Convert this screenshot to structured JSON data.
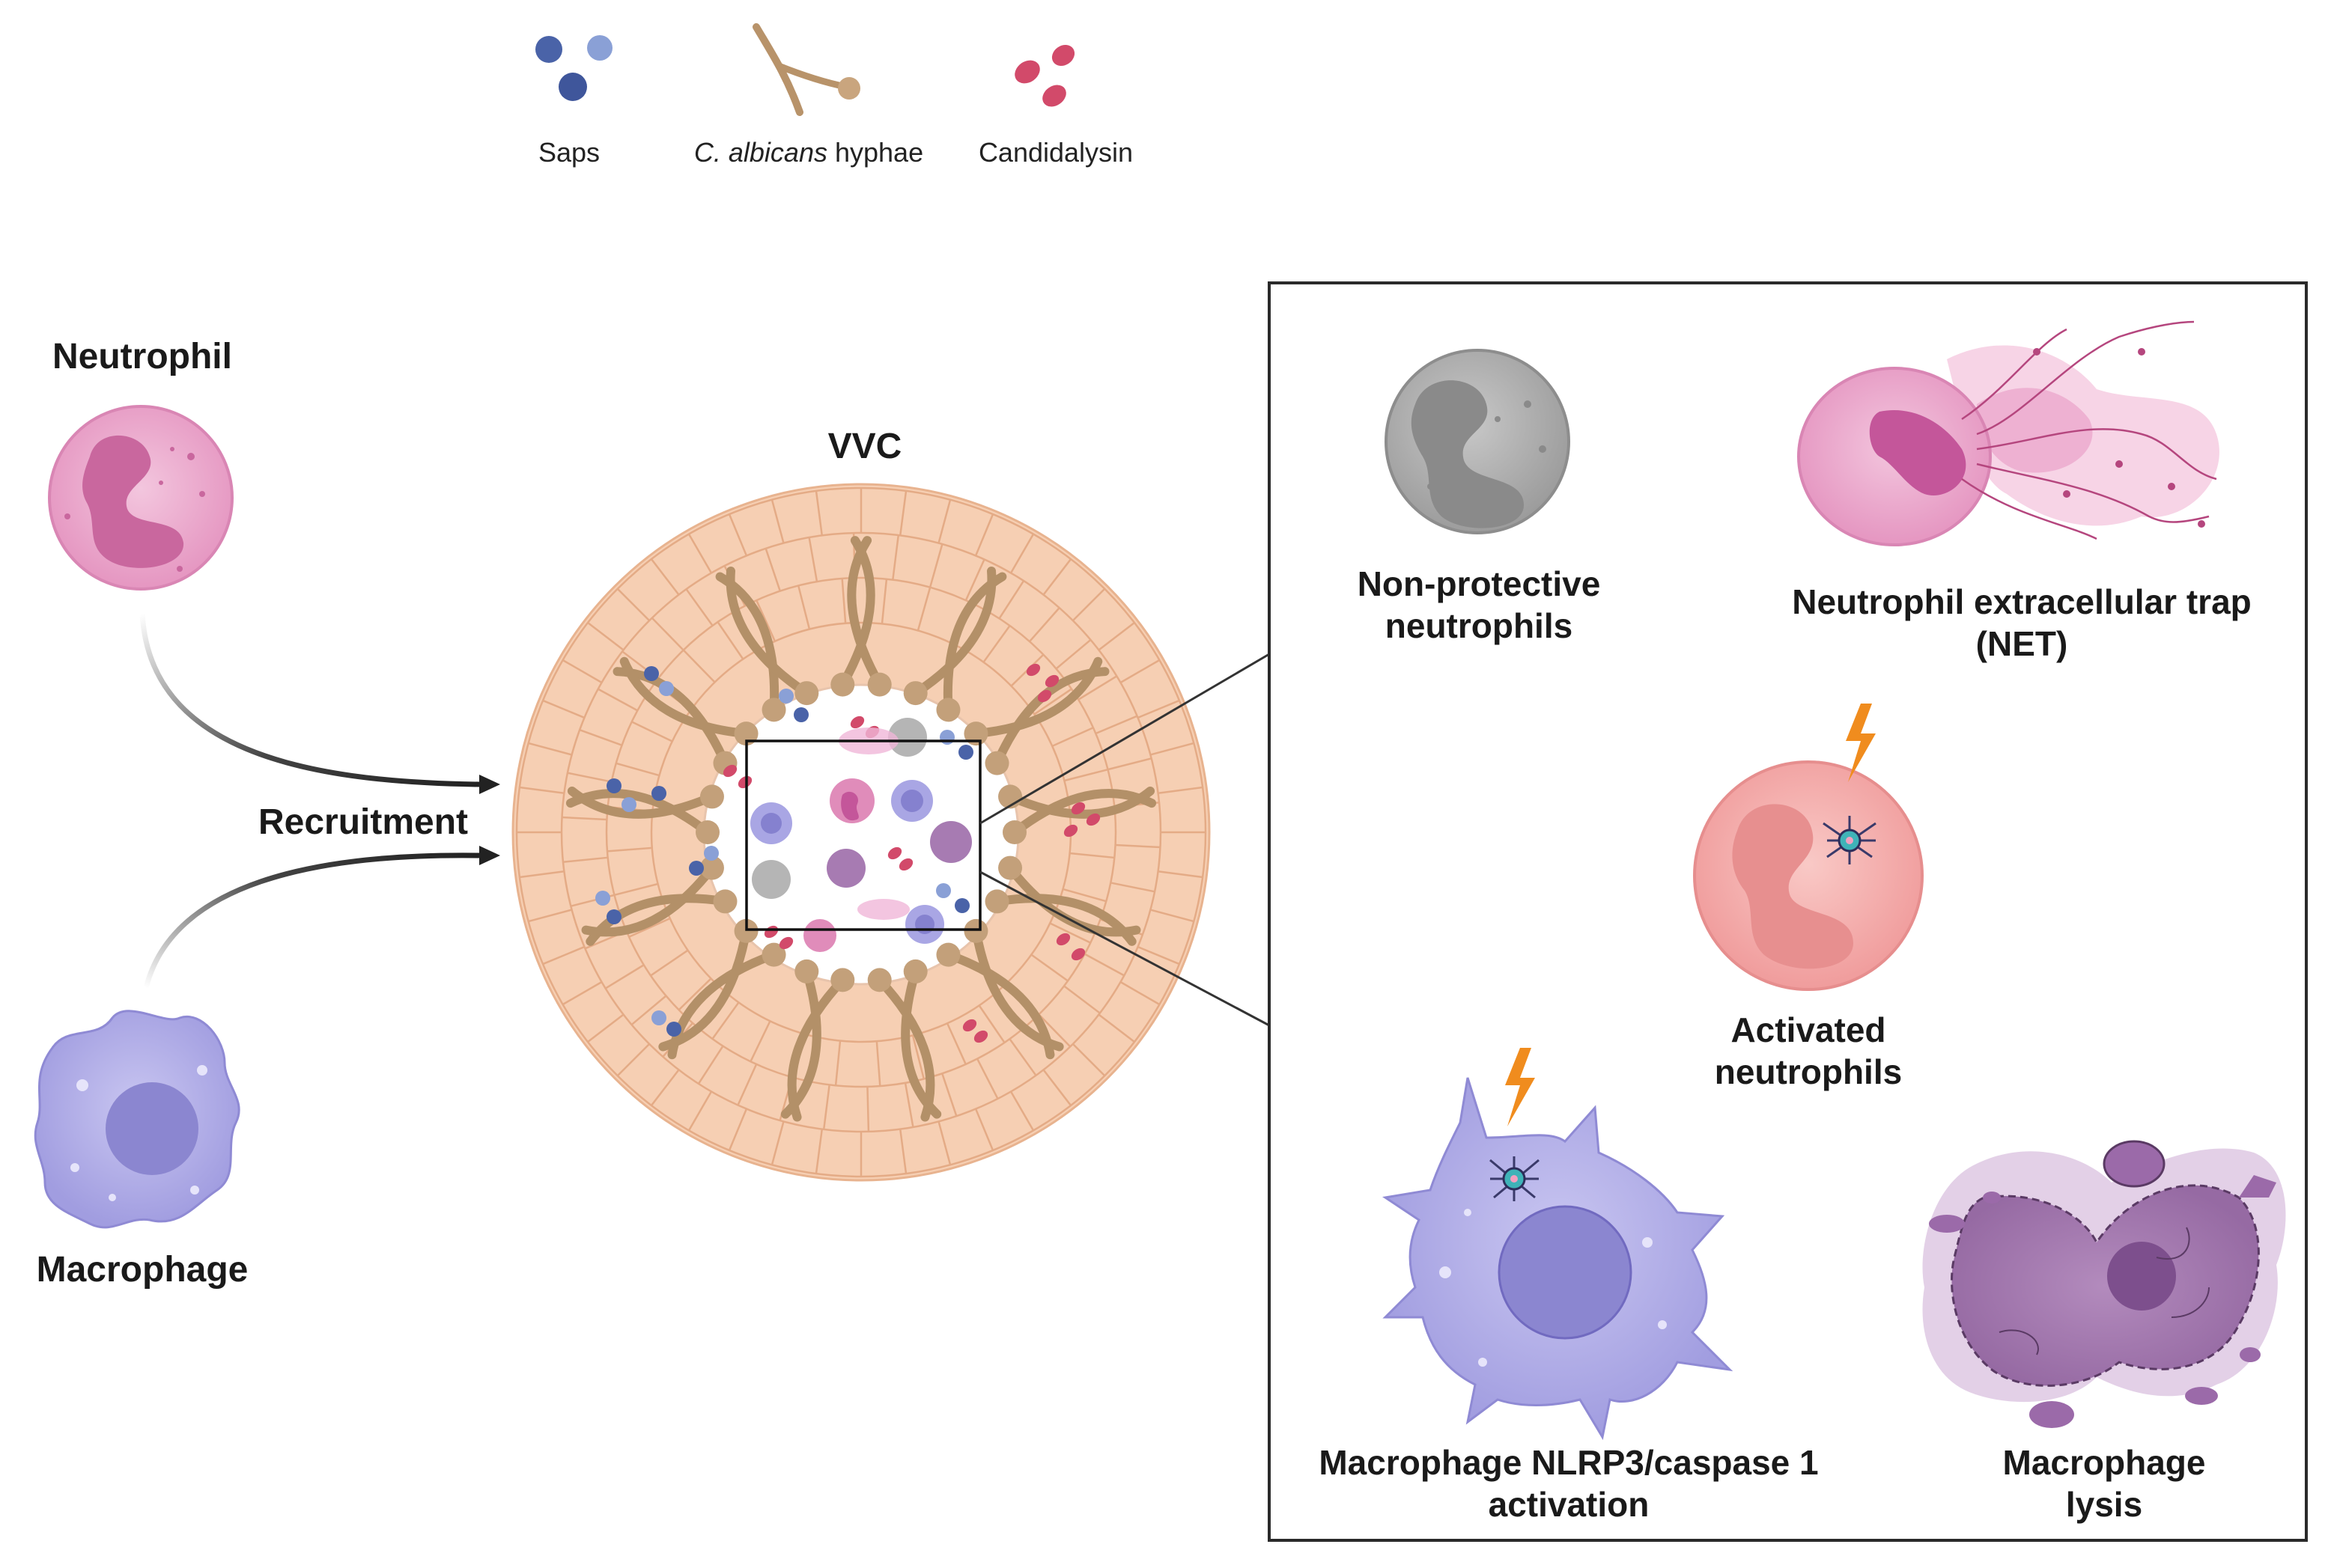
{
  "legend": {
    "items": [
      {
        "label_italic": "",
        "label": "Saps",
        "icon": "saps-icon"
      },
      {
        "label_italic": "C. albicans",
        "label": " hyphae",
        "icon": "hyphae-icon"
      },
      {
        "label_italic": "",
        "label": "Candidalysin",
        "icon": "candidalysin-icon"
      }
    ]
  },
  "left": {
    "neutrophil_label": "Neutrophil",
    "macrophage_label": "Macrophage",
    "recruitment_label": "Recruitment"
  },
  "center": {
    "title": "VVC"
  },
  "panel": {
    "non_protective_line1": "Non-protective",
    "non_protective_line2": "neutrophils",
    "net_line1": "Neutrophil extracellular trap",
    "net_line2": "(NET)",
    "activated_line1": "Activated",
    "activated_line2": "neutrophils",
    "nlrp3_line1": "Macrophage NLRP3/caspase 1",
    "nlrp3_line2": "activation",
    "lysis_line1": "Macrophage",
    "lysis_line2": "lysis"
  },
  "colors": {
    "saps": "#4a63a8",
    "candidalysin": "#d24a6a",
    "hyphae": "#b8936a",
    "epithelium": "#f6cfb3",
    "neutrophil": "#e7a2c9",
    "macrophage": "#a9a6e4",
    "activated_neutrophil": "#f4aaaa",
    "non_protective": "#a6a6a6",
    "lysis": "#a77bb2",
    "lightning": "#f08c1e"
  }
}
